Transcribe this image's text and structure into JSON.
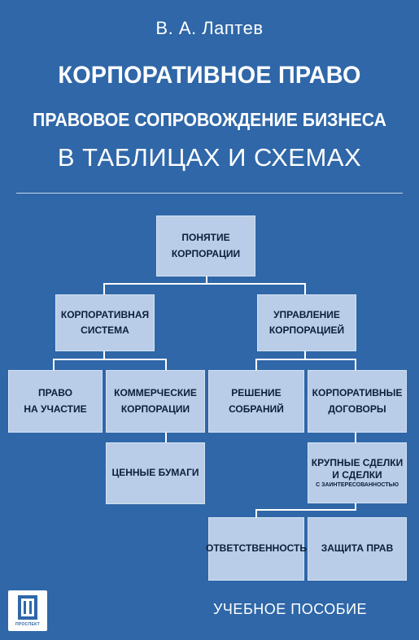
{
  "author": "В. А. Лаптев",
  "title": "КОРПОРАТИВНОЕ ПРАВО",
  "subtitle_line1": "ПРАВОВОЕ СОПРОВОЖДЕНИЕ БИЗНЕСА",
  "subtitle_line2": "В ТАБЛИЦАХ И СХЕМАХ",
  "diagram": {
    "root": "ПОНЯТИЕ\nКОРПОРАЦИИ",
    "corp_system": "КОРПОРАТИВНАЯ\nСИСТЕМА",
    "management": "УПРАВЛЕНИЕ\nКОРПОРАЦИЕЙ",
    "participation": "ПРАВО\nНА УЧАСТИЕ",
    "commercial": "КОММЕРЧЕСКИЕ\nКОРПОРАЦИИ",
    "meetings": "РЕШЕНИЕ\nСОБРАНИЙ",
    "contracts": "КОРПОРАТИВНЫЕ\nДОГОВОРЫ",
    "securities": "ЦЕННЫЕ БУМАГИ",
    "deals": "КРУПНЫЕ СДЕЛКИ\nИ СДЕЛКИ",
    "deals_small": "С ЗАИНТЕРЕСОВАННОСТЬЮ",
    "liability": "ОТВЕТСТВЕННОСТЬ",
    "protection": "ЗАЩИТА ПРАВ"
  },
  "footer": "УЧЕБНОЕ ПОСОБИЕ",
  "publisher": "ПРОСПЕКТ",
  "colors": {
    "background": "#2f67a8",
    "box": "#b9cde8",
    "box_text": "#0d1f3a"
  }
}
